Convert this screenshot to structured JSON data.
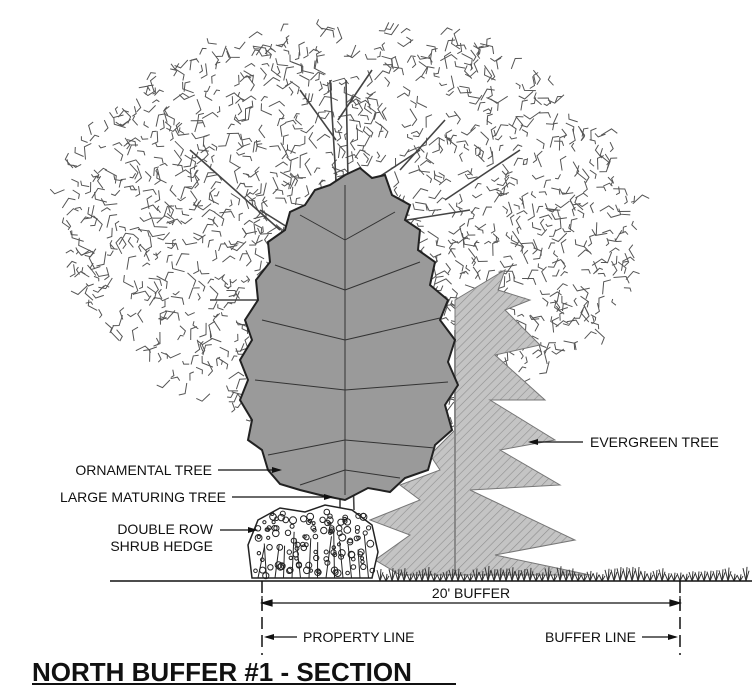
{
  "title": "NORTH BUFFER #1 - SECTION",
  "labels": {
    "ornamental_tree": "ORNAMENTAL TREE",
    "large_maturing_tree": "LARGE MATURING TREE",
    "hedge_line1": "DOUBLE ROW",
    "hedge_line2": "SHRUB HEDGE",
    "evergreen_tree": "EVERGREEN TREE",
    "buffer_width": "20' BUFFER",
    "property_line": "PROPERTY LINE",
    "buffer_line": "BUFFER LINE"
  },
  "colors": {
    "ink": "#111111",
    "ornamental_fill": "#9a9a9a",
    "evergreen_fill": "#b5b5b5"
  }
}
